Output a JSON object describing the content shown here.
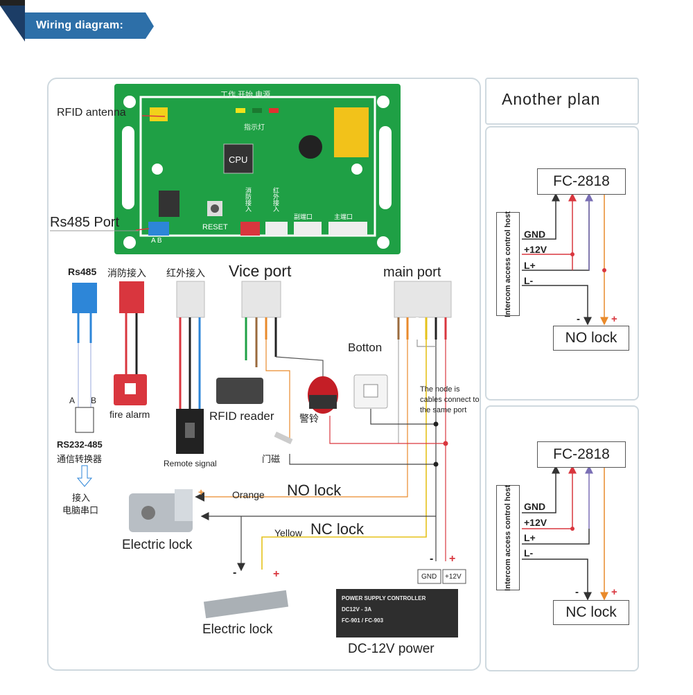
{
  "banner": {
    "title": "Wiring diagram:"
  },
  "board": {
    "led_labels": "工作 开始 电源",
    "led_caption": "指示灯",
    "chip": "CPU",
    "reset": "RESET",
    "ab": "A B",
    "fire_port": "消防接入",
    "ir_port": "红外接入",
    "vice_port": "副端口",
    "main_port": "主端口"
  },
  "labels": {
    "rfid_antenna": "RFID antenna",
    "rs485_port": "Rs485 Port",
    "rs485": "Rs485",
    "fire_in": "消防接入",
    "ir_in": "红外接入",
    "vice_port": "Vice port",
    "main_port": "main port",
    "botton": "Botton",
    "node_note_1": "The node is",
    "node_note_2": "cables connect to",
    "node_note_3": "the same port",
    "fire_alarm": "fire alarm",
    "rfid_reader": "RFID reader",
    "siren": "警铃",
    "a": "A",
    "b": "B",
    "converter_1": "RS232-485",
    "converter_2": "通信转换器",
    "pc_1": "接入",
    "pc_2": "电脑串口",
    "remote_signal": "Remote  signal",
    "door_sensor": "门磁",
    "orange": "Orange",
    "no_lock": "NO lock",
    "yellow": "Yellow",
    "nc_lock": "NC lock",
    "electric_lock_1": "Electric lock",
    "electric_lock_2": "Electric lock",
    "gnd": "GND",
    "v12": "+12V",
    "minus": "-",
    "plus": "+",
    "dc_power": "DC-12V power"
  },
  "psu": {
    "line1": "POWER SUPPLY CONTROLLER",
    "line2": "DC12V - 3A",
    "line3": "FC-901 / FC-903"
  },
  "another_plan": {
    "title": "Another plan",
    "plans": [
      {
        "device": "FC-2818",
        "host": "Intercom access control host",
        "pins": [
          "GND",
          "+12V",
          "L+",
          "L-"
        ],
        "lock": "NO lock",
        "minus": "-",
        "plus": "+"
      },
      {
        "device": "FC-2818",
        "host": "Intercom access control host",
        "pins": [
          "GND",
          "+12V",
          "L+",
          "L-"
        ],
        "lock": "NC lock",
        "minus": "-",
        "plus": "+"
      }
    ]
  },
  "colors": {
    "board": "#1fa045",
    "red": "#d9363e",
    "orange": "#e98a2b",
    "yellow": "#e5c21a",
    "blue": "#1e7fd0",
    "purple": "#7a6fb5",
    "banner": "#2d6fa8"
  }
}
